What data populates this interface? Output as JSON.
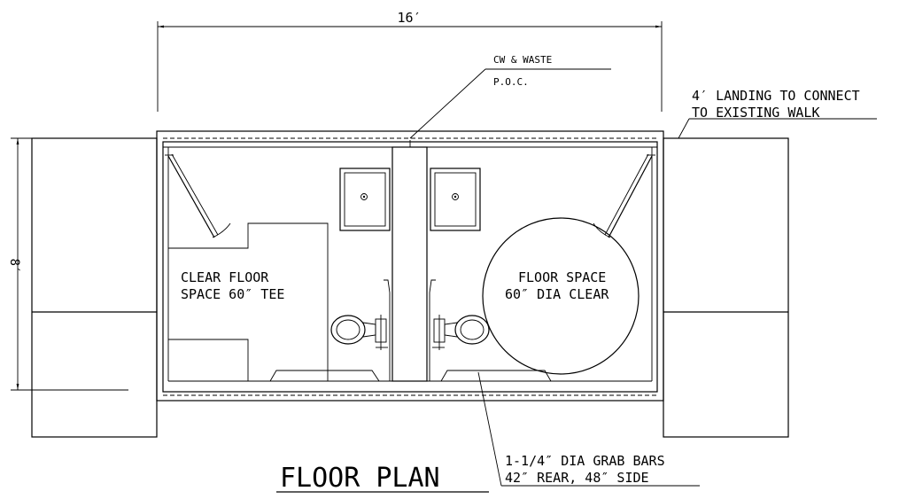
{
  "dimensions": {
    "width_label": "16′",
    "depth_label": "8′"
  },
  "notes": {
    "cw_waste": "CW & WASTE",
    "poc": "P.O.C.",
    "landing_line1": "4′ LANDING TO CONNECT",
    "landing_line2": "TO EXISTING WALK",
    "clear_floor_line1": "CLEAR FLOOR",
    "clear_floor_line2": "SPACE 60″ TEE",
    "floor_space_line1": "FLOOR SPACE",
    "floor_space_line2": "60″ DIA CLEAR",
    "grab_bars_line1": "1-1/4″ DIA GRAB BARS",
    "grab_bars_line2": "42″ REAR, 48″ SIDE"
  },
  "title": "FLOOR PLAN"
}
